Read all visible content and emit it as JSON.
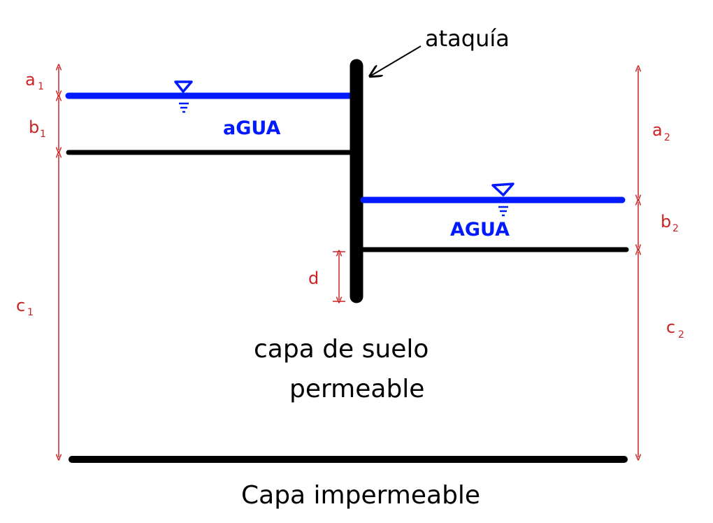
{
  "colors": {
    "water": "#0019ff",
    "dimension": "#cc2222",
    "structure": "#000000",
    "background": "#ffffff"
  },
  "labels": {
    "sheet_pile": "ataquía",
    "water_left": "aGUA",
    "water_right": "AGUA",
    "permeable_line1": "capa de suelo",
    "permeable_line2": "permeable",
    "impermeable": "Capa impermeable"
  },
  "dimensions": {
    "a1": {
      "letter": "a",
      "sub": "1"
    },
    "b1": {
      "letter": "b",
      "sub": "1"
    },
    "c1": {
      "letter": "c",
      "sub": "1"
    },
    "a2": {
      "letter": "a",
      "sub": "2"
    },
    "b2": {
      "letter": "b",
      "sub": "2"
    },
    "c2": {
      "letter": "c",
      "sub": "2"
    },
    "d": {
      "letter": "d"
    }
  },
  "icons": {
    "water_level_left": "water-level-triangle-icon",
    "water_level_right": "water-level-triangle-icon"
  }
}
